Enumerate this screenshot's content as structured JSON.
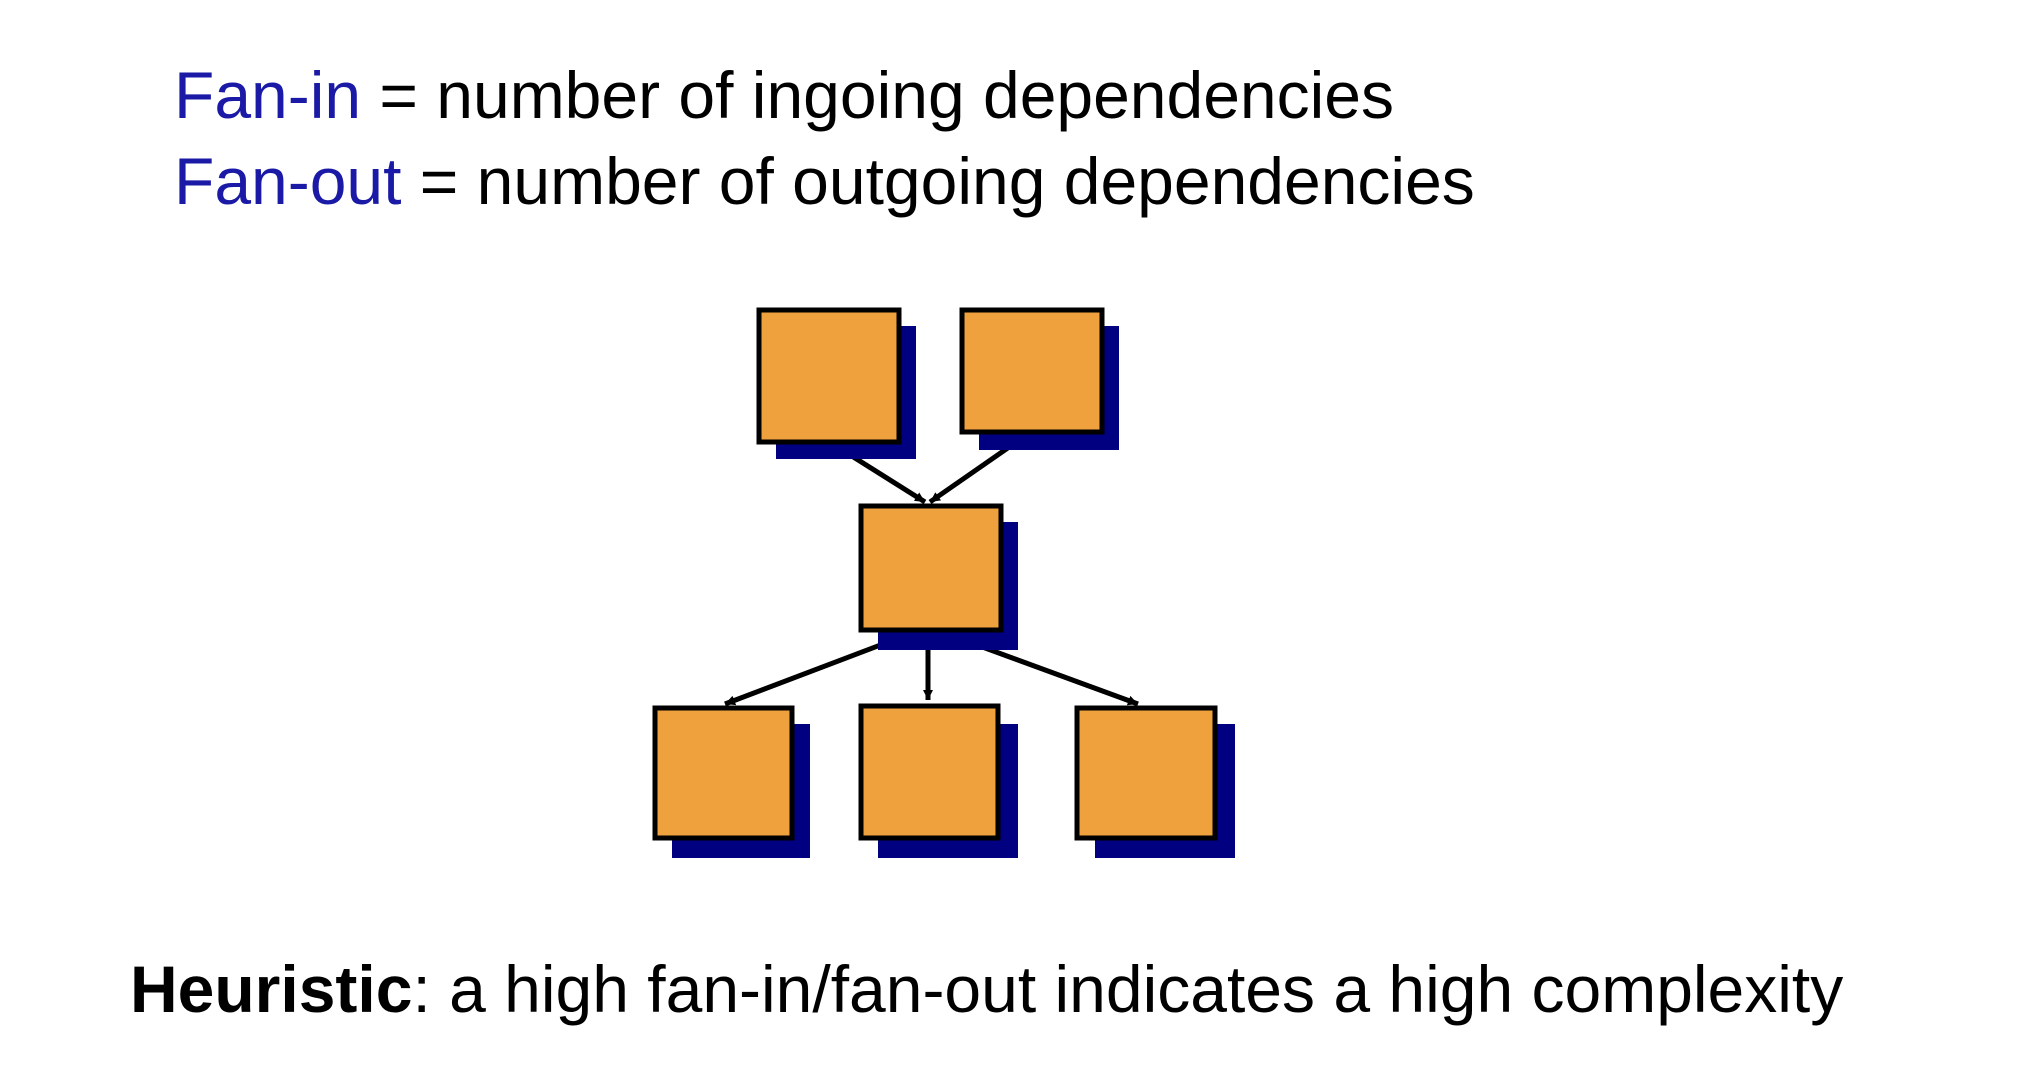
{
  "definitions": {
    "fan_in": {
      "term": "Fan-in",
      "text": " = number of ingoing dependencies"
    },
    "fan_out": {
      "term": "Fan-out",
      "text": " = number of outgoing dependencies"
    }
  },
  "diagram": {
    "nodes": [
      "top-left",
      "top-right",
      "center",
      "bottom-left",
      "bottom-center",
      "bottom-right"
    ],
    "edges": [
      [
        "top-left",
        "center"
      ],
      [
        "top-right",
        "center"
      ],
      [
        "center",
        "bottom-left"
      ],
      [
        "center",
        "bottom-center"
      ],
      [
        "center",
        "bottom-right"
      ]
    ],
    "colors": {
      "box_fill": "#eea13d",
      "box_shadow": "#000080",
      "box_border": "#000000",
      "term": "#1a1aa6"
    }
  },
  "heuristic": {
    "label": "Heuristic",
    "text": ": a high fan-in/fan-out indicates a high complexity"
  }
}
